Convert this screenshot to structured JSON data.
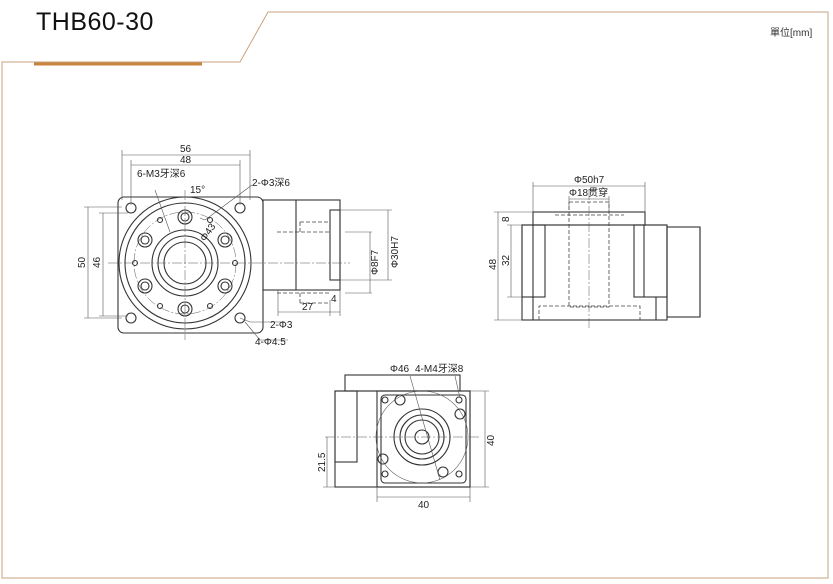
{
  "header": {
    "title": "THB60-30",
    "unit": "單位[mm]",
    "accent_color": "#c8823c",
    "frame_color": "#c9a27c"
  },
  "front_view": {
    "dims": {
      "width_outer": "56",
      "width_holes": "48",
      "height_outer": "50",
      "height_holes": "46",
      "shaft_length": "27",
      "shaft_step": "4"
    },
    "callouts": {
      "tapped": "6-M3牙深6",
      "pin": "2-Φ3深6",
      "angle": "15°",
      "pcd": "Φ43",
      "bore": "Φ8F7",
      "pilot": "Φ30H7",
      "pin2": "2-Φ3",
      "mount": "4-Φ4.5"
    }
  },
  "side_view": {
    "dims": {
      "flange": "Φ50h7",
      "through": "Φ18贯穿",
      "total_height": "48",
      "body_height": "32",
      "flange_height": "8"
    }
  },
  "bottom_view": {
    "dims": {
      "circle": "Φ46",
      "tapped": "4-M4牙深8",
      "height": "21.5",
      "square_h": "40",
      "square_w": "40"
    }
  }
}
